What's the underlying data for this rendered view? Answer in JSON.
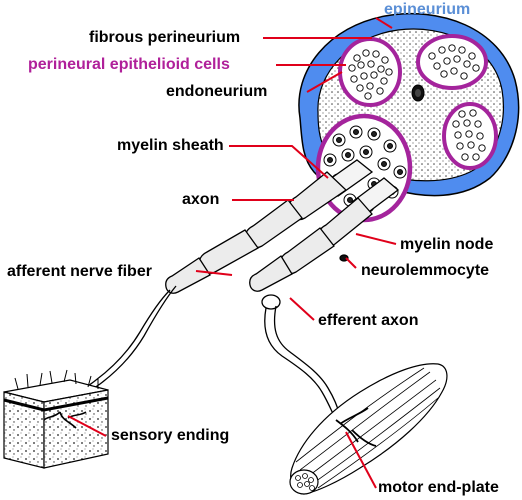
{
  "colors": {
    "label_default": "#000000",
    "label_epineurium": "#5b8fd6",
    "label_perineural": "#b0209a",
    "leader_line": "#e0001a",
    "epineurium_fill": "#4f8cef",
    "perineurium_ring": "#a4249c"
  },
  "labels": {
    "epineurium": "epineurium",
    "fibrous_perineurium": "fibrous perineurium",
    "perineural_epithelioid_cells": "perineural epithelioid cells",
    "endoneurium": "endoneurium",
    "myelin_sheath": "myelin sheath",
    "axon": "axon",
    "myelin_node": "myelin node",
    "afferent_nerve_fiber": "afferent nerve fiber",
    "neurolemmocyte": "neurolemmocyte",
    "efferent_axon": "efferent axon",
    "sensory_ending": "sensory ending",
    "motor_end_plate": "motor end-plate"
  }
}
